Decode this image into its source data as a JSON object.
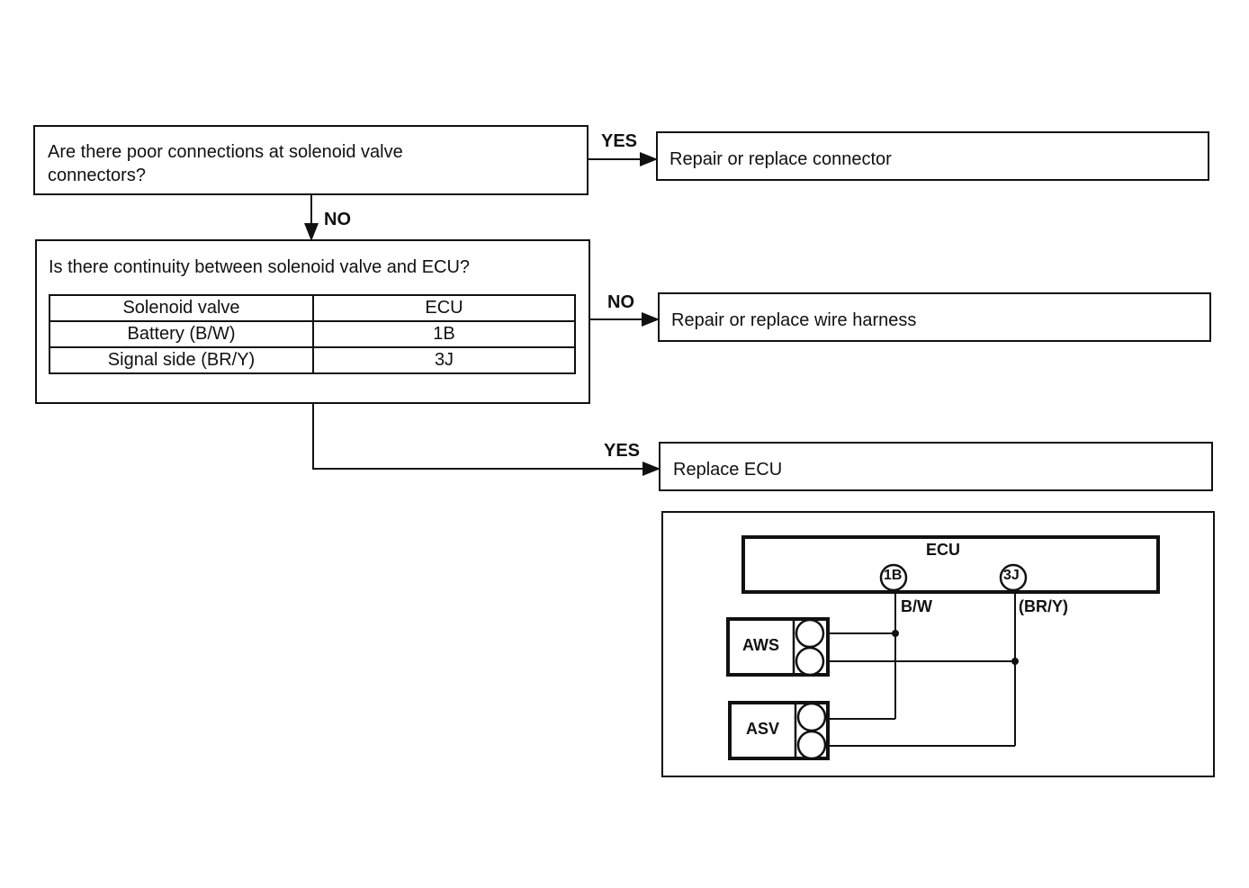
{
  "q1": {
    "text_line1": "Are there poor connections at solenoid valve",
    "text_line2": "connectors?"
  },
  "q1_yes_label": "YES",
  "result_connector": "Repair or replace connector",
  "q1_no_label": "NO",
  "q2": {
    "text": "Is there continuity between solenoid valve and ECU?",
    "table": {
      "headers": [
        "Solenoid valve",
        "ECU"
      ],
      "rows": [
        [
          "Battery (B/W)",
          "1B"
        ],
        [
          "Signal side (BR/Y)",
          "3J"
        ]
      ]
    }
  },
  "q2_no_label": "NO",
  "result_harness": "Repair or replace wire harness",
  "q2_yes_label": "YES",
  "result_ecu": "Replace ECU",
  "wiring": {
    "ecu_label": "ECU",
    "pin_1b": "1B",
    "pin_3j": "3J",
    "wire_bw": "B/W",
    "wire_bry": "(BR/Y)",
    "aws_label": "AWS",
    "asv_label": "ASV"
  }
}
